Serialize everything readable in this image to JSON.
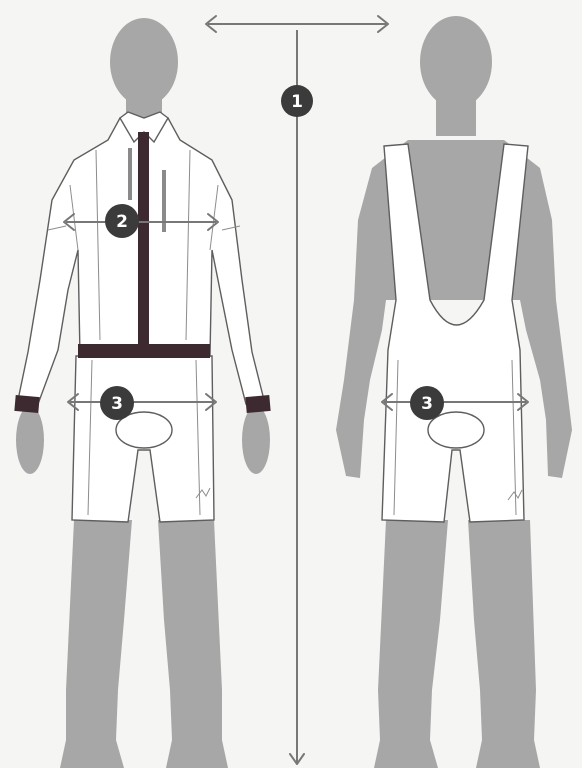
{
  "markers": {
    "height": "1",
    "chest": "2",
    "hips_front": "3",
    "hips_back": "3"
  },
  "colors": {
    "body": "#a7a7a7",
    "garment": "#ffffff",
    "outline": "#5e5e5e",
    "accent": "#3d2a31",
    "badge": "#3b3b3b",
    "arrow": "#777777"
  }
}
